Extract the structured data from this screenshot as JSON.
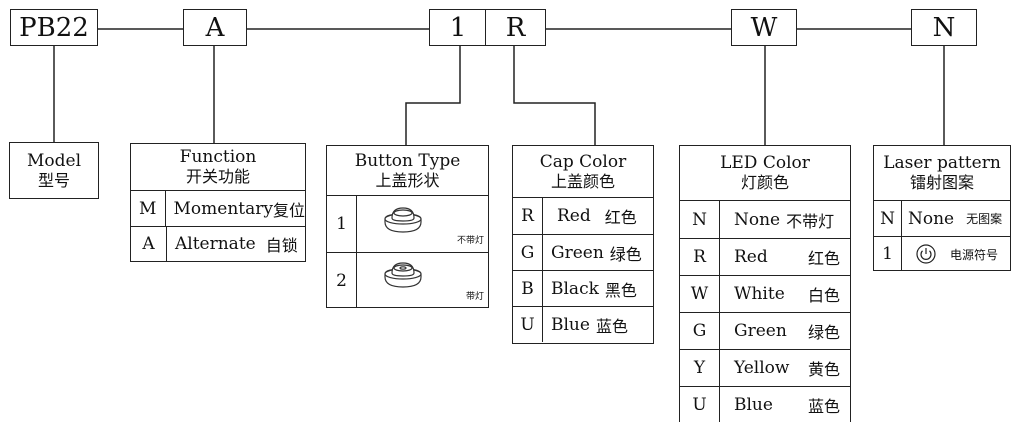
{
  "header_codes": [
    {
      "key": "pb22",
      "text": "PB22"
    },
    {
      "key": "a",
      "text": "A"
    },
    {
      "key": "one",
      "text": "1"
    },
    {
      "key": "r",
      "text": "R"
    },
    {
      "key": "w",
      "text": "W"
    },
    {
      "key": "n",
      "text": "N"
    }
  ],
  "model": {
    "title_en": "Model",
    "title_zh": "型号"
  },
  "function": {
    "title_en": "Function",
    "title_zh": "开关功能",
    "rows": [
      {
        "code": "M",
        "en": "Momentary",
        "zh": "复位"
      },
      {
        "code": "A",
        "en": "Alternate",
        "zh": "自锁"
      }
    ]
  },
  "button_type": {
    "title_en": "Button Type",
    "title_zh": "上盖形状",
    "rows": [
      {
        "code": "1",
        "tag": "不带灯",
        "icon": "cap-plain-icon"
      },
      {
        "code": "2",
        "tag": "带灯",
        "icon": "cap-lamp-icon"
      }
    ]
  },
  "cap_color": {
    "title_en": "Cap Color",
    "title_zh": "上盖颜色",
    "rows": [
      {
        "code": "R",
        "en": "Red",
        "zh": "红色"
      },
      {
        "code": "G",
        "en": "Green",
        "zh": "绿色"
      },
      {
        "code": "B",
        "en": "Black",
        "zh": "黑色"
      },
      {
        "code": "U",
        "en": "Blue",
        "zh": "蓝色"
      }
    ]
  },
  "led_color": {
    "title_en": "LED Color",
    "title_zh": "灯颜色",
    "rows": [
      {
        "code": "N",
        "en": "None",
        "zh": "不带灯"
      },
      {
        "code": "R",
        "en": "Red",
        "zh": "红色"
      },
      {
        "code": "W",
        "en": "White",
        "zh": "白色"
      },
      {
        "code": "G",
        "en": "Green",
        "zh": "绿色"
      },
      {
        "code": "Y",
        "en": "Yellow",
        "zh": "黄色"
      },
      {
        "code": "U",
        "en": "Blue",
        "zh": "蓝色"
      }
    ]
  },
  "laser": {
    "title_en": "Laser pattern",
    "title_zh": "镭射图案",
    "rows": [
      {
        "code": "N",
        "en": "None",
        "zh": "无图案",
        "icon": ""
      },
      {
        "code": "1",
        "en": "",
        "zh": "电源符号",
        "icon": "power-icon"
      }
    ]
  },
  "colors": {
    "line": "#222222",
    "text": "#111111"
  }
}
